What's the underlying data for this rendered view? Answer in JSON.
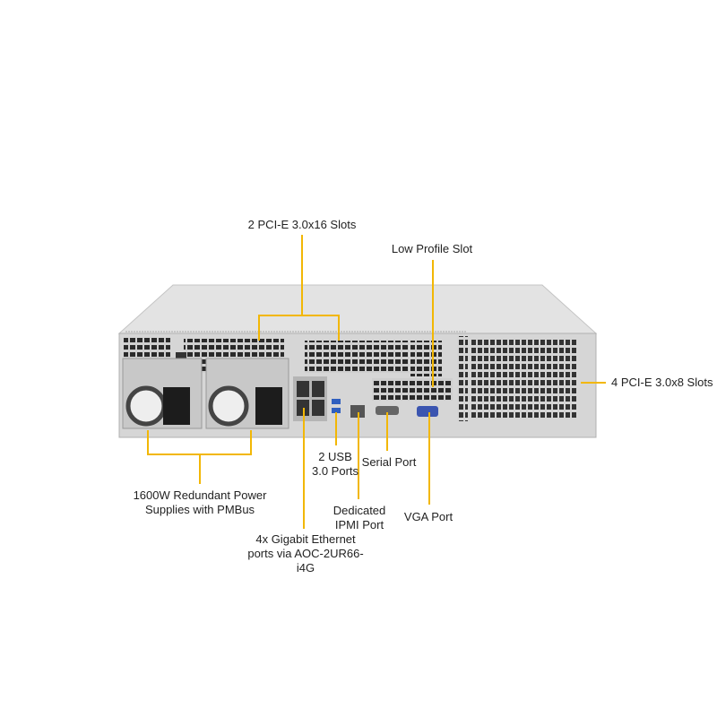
{
  "colors": {
    "callout": "#f2b705",
    "chassis": "#d9d9d9",
    "text": "#222222"
  },
  "labels": {
    "pcie_x16": "2 PCI-E 3.0x16 Slots",
    "low_profile": "Low Profile Slot",
    "pcie_x8": "4 PCI-E 3.0x8 Slots",
    "psu": [
      "1600W Redundant Power",
      "Supplies with PMBus"
    ],
    "ethernet": [
      "4x Gigabit Ethernet",
      "ports via AOC-2UR66-",
      "i4G"
    ],
    "usb": [
      "2 USB",
      "3.0 Ports"
    ],
    "ipmi": [
      "Dedicated",
      "IPMI Port"
    ],
    "serial": "Serial Port",
    "vga": "VGA Port"
  }
}
